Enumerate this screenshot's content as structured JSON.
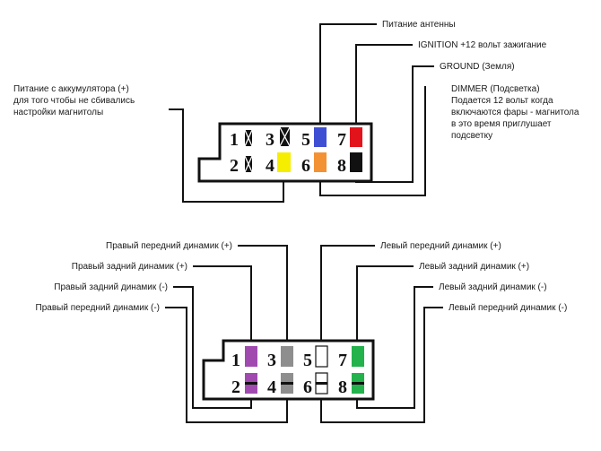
{
  "colors": {
    "blue": "#3f4fd4",
    "red": "#e3131b",
    "black": "#111111",
    "yellow": "#f6ee00",
    "orange": "#f39233",
    "purple": "#a04ab0",
    "gray": "#8e8e8e",
    "white": "#ffffff",
    "green": "#23b24b"
  },
  "top_connector": {
    "pins": [
      "1",
      "2",
      "3",
      "4",
      "5",
      "6",
      "7",
      "8"
    ],
    "labels": {
      "antenna": "Питание антенны",
      "ignition": "IGNITION +12 вольт зажигание",
      "ground": "GROUND (Земля)",
      "dimmer": [
        "DIMMER (Подсветка)",
        "Подается 12 вольт когда",
        "включаются фары - магнитола",
        "в это время приглушает",
        "подсветку"
      ],
      "battery": [
        "Питание с аккумулятора (+)",
        "для того чтобы не сбивались",
        "настройки магнитолы"
      ]
    }
  },
  "bottom_connector": {
    "pins": [
      "1",
      "2",
      "3",
      "4",
      "5",
      "6",
      "7",
      "8"
    ],
    "labels": {
      "right_front_plus": "Правый передний динамик (+)",
      "right_rear_plus": "Правый задний динамик (+)",
      "right_rear_minus": "Правый задний динамик (-)",
      "right_front_minus": "Правый передний динамик (-)",
      "left_front_plus": "Левый передний динамик (+)",
      "left_rear_plus": "Левый задний динамик (+)",
      "left_rear_minus": "Левый задний динамик (-)",
      "left_front_minus": "Левый передний динамик (-)"
    }
  }
}
